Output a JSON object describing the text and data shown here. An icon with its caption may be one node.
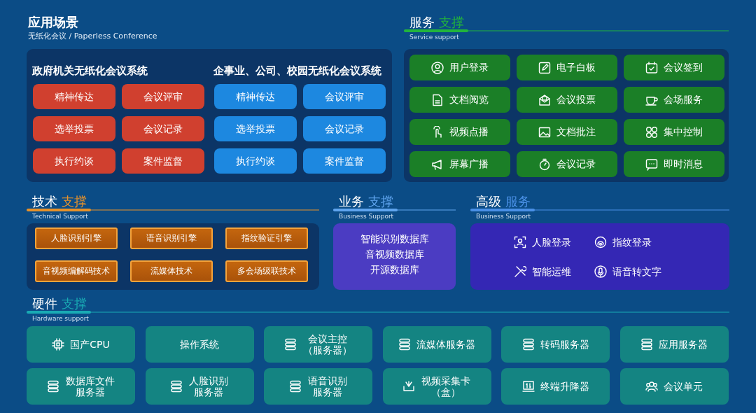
{
  "diagram": {
    "nodes": [
      {
        "text": [
          "应用场景",
          "无纸化会议 / Paperless Conference"
        ]
      },
      {
        "text": [
          "政府机关无纸化会议系统"
        ],
        "in": 0
      },
      {
        "text": [
          "精神传达"
        ],
        "in": 1
      },
      {
        "text": [
          "会议评审"
        ],
        "in": 1
      },
      {
        "text": [
          "选举投票"
        ],
        "in": 1
      },
      {
        "text": [
          "会议记录"
        ],
        "in": 1
      },
      {
        "text": [
          "执行约谈"
        ],
        "in": 1
      },
      {
        "text": [
          "案件监督"
        ],
        "in": 1
      },
      {
        "text": [
          "企事业、公司、校园无纸化会议系统"
        ],
        "in": 0
      },
      {
        "text": [
          "精神传达"
        ],
        "in": 8
      },
      {
        "text": [
          "会议评审"
        ],
        "in": 8
      },
      {
        "text": [
          "选举投票"
        ],
        "in": 8
      },
      {
        "text": [
          "会议记录"
        ],
        "in": 8
      },
      {
        "text": [
          "执行约谈"
        ],
        "in": 8
      },
      {
        "text": [
          "案件监督"
        ],
        "in": 8
      },
      {
        "text": [
          "服务",
          "支撑",
          "Service support"
        ]
      },
      {
        "text": [
          "用户登录"
        ],
        "in": 15
      },
      {
        "text": [
          "电子白板"
        ],
        "in": 15
      },
      {
        "text": [
          "会议签到"
        ],
        "in": 15
      },
      {
        "text": [
          "文档阅览"
        ],
        "in": 15
      },
      {
        "text": [
          "会议投票"
        ],
        "in": 15
      },
      {
        "text": [
          "会场服务"
        ],
        "in": 15
      },
      {
        "text": [
          "视频点播"
        ],
        "in": 15
      },
      {
        "text": [
          "文档批注"
        ],
        "in": 15
      },
      {
        "text": [
          "集中控制"
        ],
        "in": 15
      },
      {
        "text": [
          "屏幕广播"
        ],
        "in": 15
      },
      {
        "text": [
          "会议记录"
        ],
        "in": 15
      },
      {
        "text": [
          "即时消息"
        ],
        "in": 15
      },
      {
        "text": [
          "技术",
          "支撑",
          "Technical Support"
        ]
      },
      {
        "text": [
          "人脸识别引擎"
        ],
        "in": 28
      },
      {
        "text": [
          "语音识别引擎"
        ],
        "in": 28
      },
      {
        "text": [
          "指纹验证引擎"
        ],
        "in": 28
      },
      {
        "text": [
          "音视频编解码技术"
        ],
        "in": 28
      },
      {
        "text": [
          "流媒体技术"
        ],
        "in": 28
      },
      {
        "text": [
          "多会场级联技术"
        ],
        "in": 28
      },
      {
        "text": [
          "业务",
          "支撑",
          "Business Support",
          "智能识别数据库",
          "音视频数据库",
          "开源数据库"
        ]
      },
      {
        "text": [
          "高级",
          "服务",
          "Business Support"
        ]
      },
      {
        "text": [
          "人脸登录"
        ],
        "in": 36
      },
      {
        "text": [
          "指纹登录"
        ],
        "in": 36
      },
      {
        "text": [
          "智能运维"
        ],
        "in": 36
      },
      {
        "text": [
          "语音转文字"
        ],
        "in": 36
      },
      {
        "text": [
          "硬件",
          "支撑",
          "Hardware support"
        ]
      },
      {
        "text": [
          "国产CPU"
        ]
      },
      {
        "text": [
          "操作系统"
        ]
      },
      {
        "text": [
          "会议主控（服务器）"
        ]
      },
      {
        "text": [
          "流媒体服务器"
        ]
      },
      {
        "text": [
          "转码服务器"
        ]
      },
      {
        "text": [
          "应用服务器"
        ]
      },
      {
        "text": [
          "数据库文件服务器"
        ]
      },
      {
        "text": [
          "人脸识别服务器"
        ]
      },
      {
        "text": [
          "语音识别服务器"
        ]
      },
      {
        "text": [
          "视频采集卡（盒）"
        ]
      },
      {
        "text": [
          "终端升降器"
        ]
      },
      {
        "text": [
          "会议单元"
        ]
      }
    ]
  }
}
